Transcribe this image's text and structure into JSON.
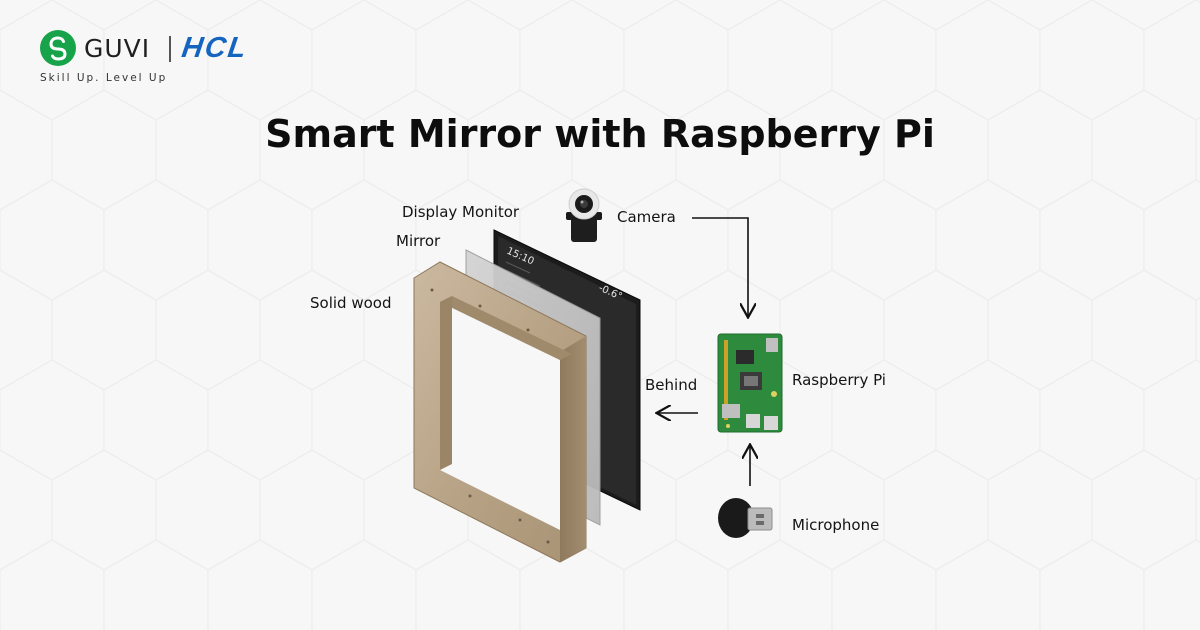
{
  "brand": {
    "name": "GUVI",
    "partner": "HCL",
    "tagline": "Skill Up. Level Up",
    "colors": {
      "guvi_green": "#16a34a",
      "hcl_blue": "#1565c0"
    }
  },
  "title": "Smart Mirror with Raspberry Pi",
  "labels": {
    "display_monitor": "Display Monitor",
    "mirror": "Mirror",
    "solid_wood": "Solid wood",
    "camera": "Camera",
    "raspberry_pi": "Raspberry Pi",
    "behind": "Behind",
    "microphone": "Microphone"
  },
  "screen": {
    "time": "15:10",
    "temperature": "-0.6°"
  },
  "icons": [
    "camera-icon",
    "raspberry-pi-board-icon",
    "usb-microphone-icon",
    "arrow-down-icon",
    "arrow-left-icon",
    "arrow-up-icon"
  ]
}
